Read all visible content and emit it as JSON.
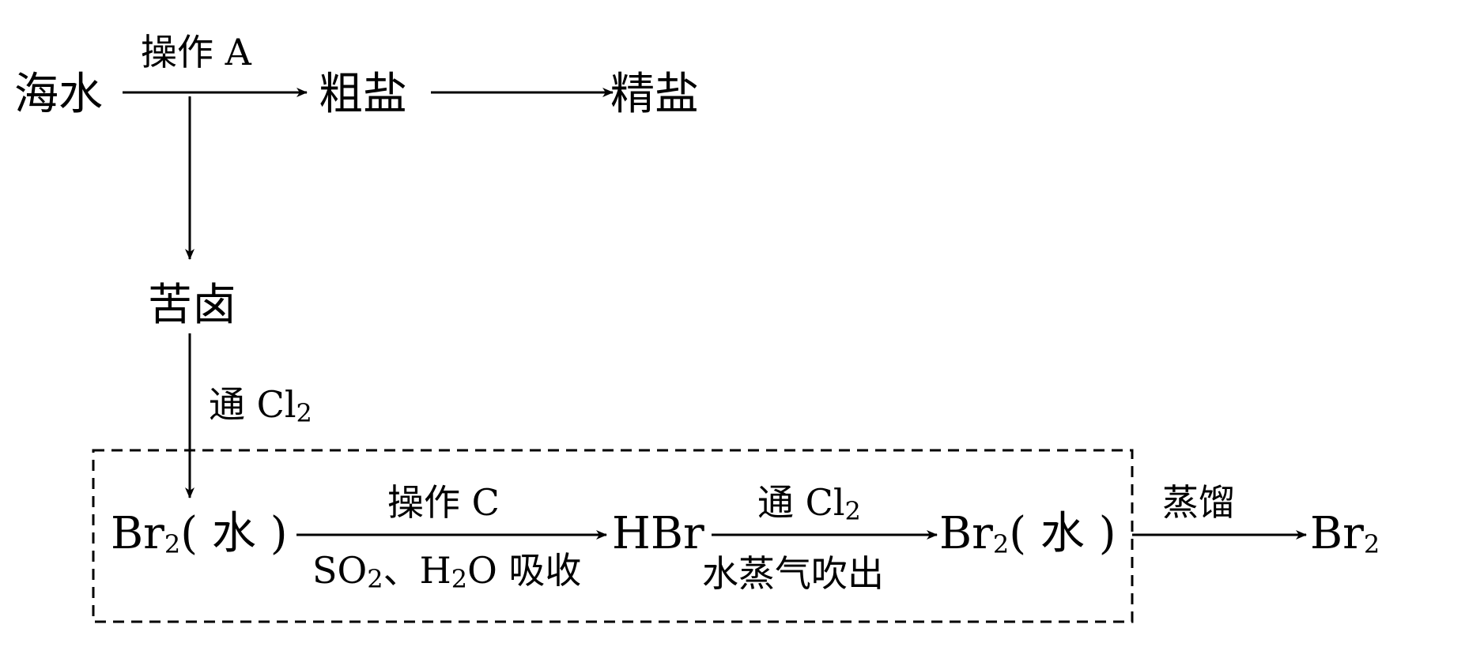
{
  "nodes": {
    "seawater": "海水",
    "crude_salt": "粗盐",
    "refined_salt": "精盐",
    "bittern": "苦卤",
    "br2_water_1": {
      "main": "Br",
      "sub": "2",
      "tail": "( 水 )"
    },
    "hbr": "HBr",
    "br2_water_2": {
      "main": "Br",
      "sub": "2",
      "tail": "( 水 )"
    },
    "br2_final": {
      "main": "Br",
      "sub": "2"
    }
  },
  "edges": {
    "operation_a": "操作 A",
    "cl2_1": {
      "prefix": "通 Cl",
      "sub": "2"
    },
    "operation_c": "操作 C",
    "so2_absorb": {
      "p1": "SO",
      "s1": "2",
      "p2": "、H",
      "s2": "2",
      "p3": "O 吸收"
    },
    "cl2_2": {
      "prefix": "通 Cl",
      "sub": "2"
    },
    "steam_blow": "水蒸气吹出",
    "distillation": "蒸馏"
  },
  "colors": {
    "stroke": "#000000",
    "background": "#ffffff"
  }
}
